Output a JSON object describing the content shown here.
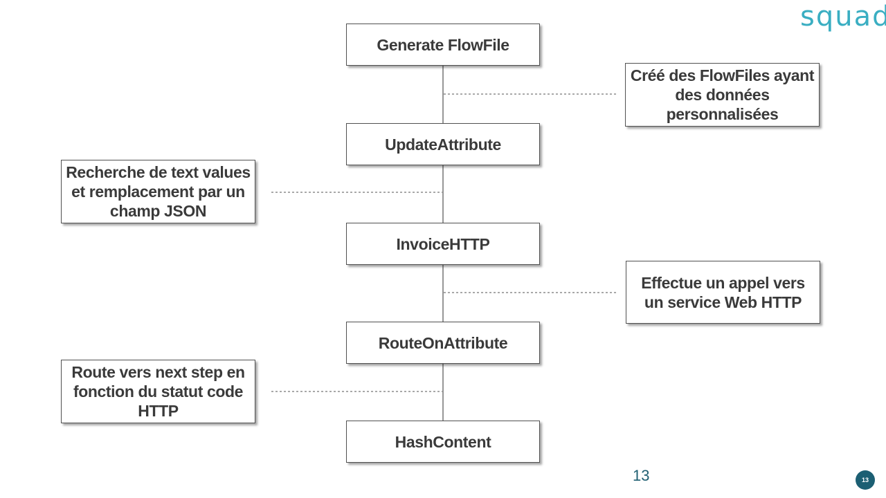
{
  "brand": {
    "logo_text": "squad",
    "color": "#3aaec2"
  },
  "flow": {
    "nodes": [
      {
        "id": "generate-flowfile",
        "label": "Generate FlowFile"
      },
      {
        "id": "update-attribute",
        "label": "UpdateAttribute"
      },
      {
        "id": "invoice-http",
        "label": "InvoiceHTTP"
      },
      {
        "id": "route-on-attribute",
        "label": "RouteOnAttribute"
      },
      {
        "id": "hash-content",
        "label": "HashContent"
      }
    ],
    "comments": [
      {
        "side": "right",
        "text": "Créé des FlowFiles ayant des données personnalisées"
      },
      {
        "side": "left",
        "text": "Recherche de text values et remplacement par un champ JSON"
      },
      {
        "side": "right",
        "text": "Effectue un appel vers un service Web HTTP"
      },
      {
        "side": "left",
        "text": "Route vers next step en fonction du statut code HTTP"
      }
    ]
  },
  "footer": {
    "page_number": "13",
    "badge": "13",
    "badge_color": "#1c5f73"
  }
}
